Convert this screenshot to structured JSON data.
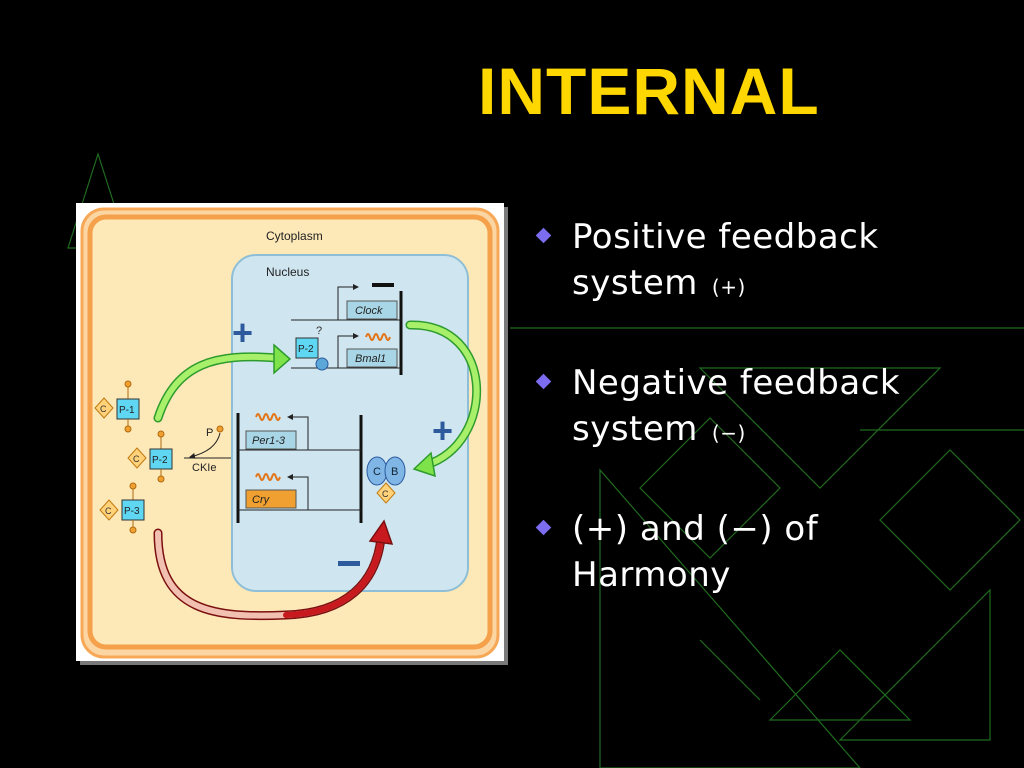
{
  "title": "INTERNAL",
  "colors": {
    "background": "#000000",
    "title": "#ffd700",
    "bullet_text": "#ffffff",
    "bullet_marker": "#7b6cf0",
    "decor_lines": "#1f6b1f",
    "cytoplasm_fill": "#fde8b8",
    "cytoplasm_border": "#f5a04a",
    "nucleus_fill": "#cfe6f0",
    "positive_arrow": "#7ee34a",
    "negative_arrow": "#c8191e",
    "plus_sign": "#2c5a9c"
  },
  "bullets": [
    {
      "line1": "Positive feedback",
      "line2": "system",
      "sign": "(+)"
    },
    {
      "line1": "Negative feedback",
      "line2": "system",
      "sign": "(−)"
    },
    {
      "line1": "(+) and (−) of",
      "line2": "Harmony",
      "sign": ""
    }
  ],
  "diagram": {
    "cytoplasm_label": "Cytoplasm",
    "nucleus_label": "Nucleus",
    "genes": {
      "clock": "Clock",
      "bmal1": "Bmal1",
      "per": "Per1-3",
      "cry": "Cry"
    },
    "proteins": {
      "p1": "P-1",
      "p2": "P-2",
      "p3": "P-3",
      "p2_nucleus": "P-2",
      "c": "C",
      "b": "B"
    },
    "question_mark": "?",
    "phospho_label": "P",
    "kinase_label": "CKIe",
    "plus_sign": "+",
    "minus_sign": "−"
  }
}
